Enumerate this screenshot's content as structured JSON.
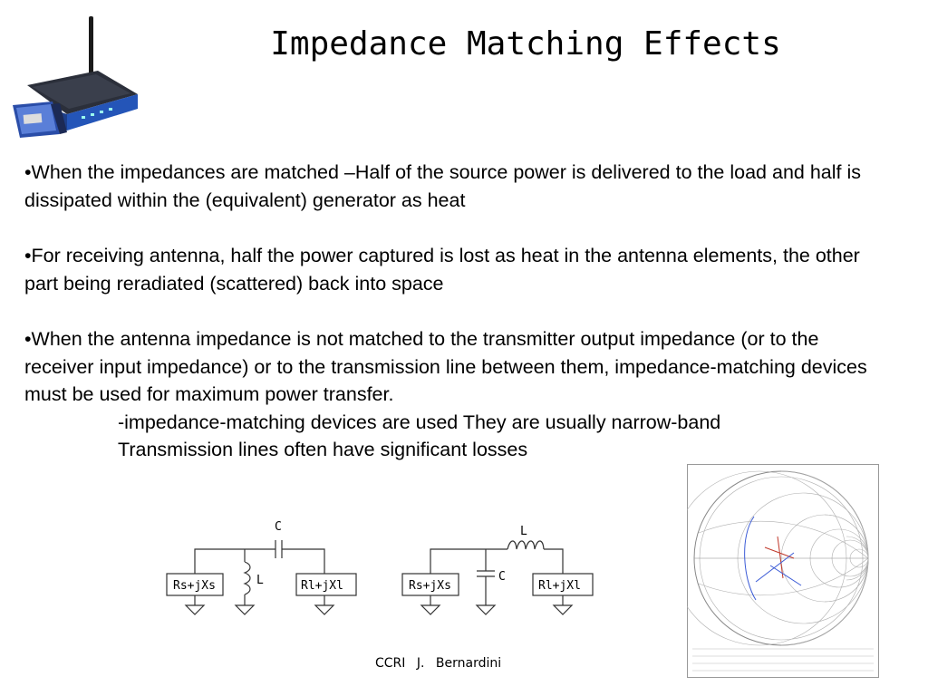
{
  "slide": {
    "title": "Impedance Matching Effects",
    "bullets": [
      "•When the impedances are matched –Half of the source power is delivered to the load and half is dissipated within the (equivalent) generator as heat",
      "•For receiving antenna, half the power captured is lost as heat in the antenna elements, the other part being reradiated (scattered) back into space",
      "•When the antenna impedance is not matched to the transmitter output impedance (or to the receiver input impedance) or to the transmission line between them, impedance-matching devices must be used for maximum power transfer."
    ],
    "sub_lines": [
      "-impedance-matching devices are used They are usually narrow-band",
      "Transmission lines often have significant losses"
    ],
    "footer": "CCRI J. Bernardini"
  },
  "circuit": {
    "left": {
      "source": "Rs+jXs",
      "series": "C",
      "shunt": "L",
      "load": "Rl+jXl"
    },
    "right": {
      "source": "Rs+jXs",
      "series": "L",
      "shunt": "C",
      "load": "Rl+jXl"
    }
  },
  "icons": {
    "router": "wireless-router-icon",
    "smith_chart": "smith-chart-image"
  }
}
